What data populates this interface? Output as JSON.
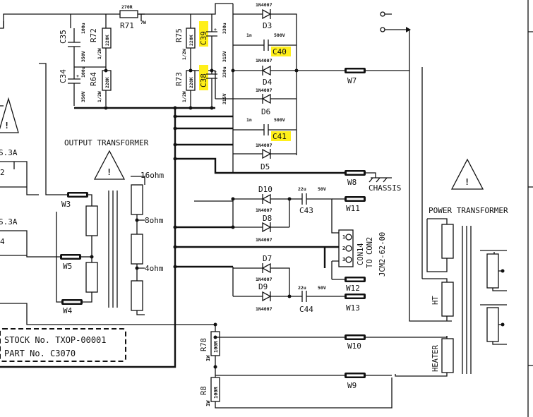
{
  "labels": {
    "r71": "R71",
    "r71_value": "270R",
    "r71_power": "7W",
    "c35": "C35",
    "c35_value": "100u",
    "c35_voltage": "350V",
    "r72": "R72",
    "r72_value": "220K",
    "r72_power": "1/2W",
    "c34": "C34",
    "c34_value": "100u",
    "c34_voltage": "350V",
    "r64": "R64",
    "r64_value": "220K",
    "r64_power": "1/2W",
    "r75": "R75",
    "r75_value": "220K",
    "r75_power": "1/2W",
    "c39": "C39",
    "c39_value": "330u",
    "c39_voltage": "315V",
    "r73": "R73",
    "r73_value": "220K",
    "r73_power": "1/2W",
    "c38": "C38",
    "c38_value": "330u",
    "c38_voltage": "315V",
    "d3": "D3",
    "d3_part": "1N4007",
    "c40": "C40",
    "c40_value": "1n",
    "c40_voltage": "500V",
    "d4": "D4",
    "d4_part": "1N4007",
    "d6": "D6",
    "d6_part": "1N4007",
    "c41": "C41",
    "c41_value": "1n",
    "c41_voltage": "500V",
    "d5": "D5",
    "d5_part": "1N4007",
    "w7": "W7",
    "w8": "W8",
    "chassis": "CHASSIS",
    "output_transformer": "OUTPUT TRANSFORMER",
    "tap_16": "16ohm",
    "tap_8": "8ohm",
    "tap_4": "4ohm",
    "w3": "W3",
    "w5": "W5",
    "w4": "W4",
    "fuse_top": "S.3A",
    "fuse_top_sub": "2",
    "fuse_mid": "S.3A",
    "fuse_mid_sub": "4",
    "d10": "D10",
    "d10_part": "1N4007",
    "c43": "C43",
    "c43_value": "22u",
    "c43_voltage": "50V",
    "d8": "D8",
    "d8_part": "1N4007",
    "d7": "D7",
    "d7_part": "1N4007",
    "d9": "D9",
    "d9_part": "1N4007",
    "c44": "C44",
    "c44_value": "22u",
    "c44_voltage": "50V",
    "w11": "W11",
    "w12": "W12",
    "w13": "W13",
    "con14": "CON14",
    "to_con2": "TO CON2",
    "jcm": "JCM2-62-00",
    "power_transformer": "POWER TRANSFORMER",
    "ht": "HT",
    "heater": "HEATER",
    "w10": "W10",
    "w9": "W9",
    "r78": "R78",
    "r78_value": "100R",
    "r78_power": "1W",
    "r8": "R8",
    "r8_value": "100R",
    "r8_power": "1W",
    "stock_no": "STOCK No. TXOP-00001",
    "part_no": "PART No. C3070"
  },
  "colors": {
    "ink": "#111111",
    "highlight": "#ffef1a",
    "background": "#ffffff"
  }
}
